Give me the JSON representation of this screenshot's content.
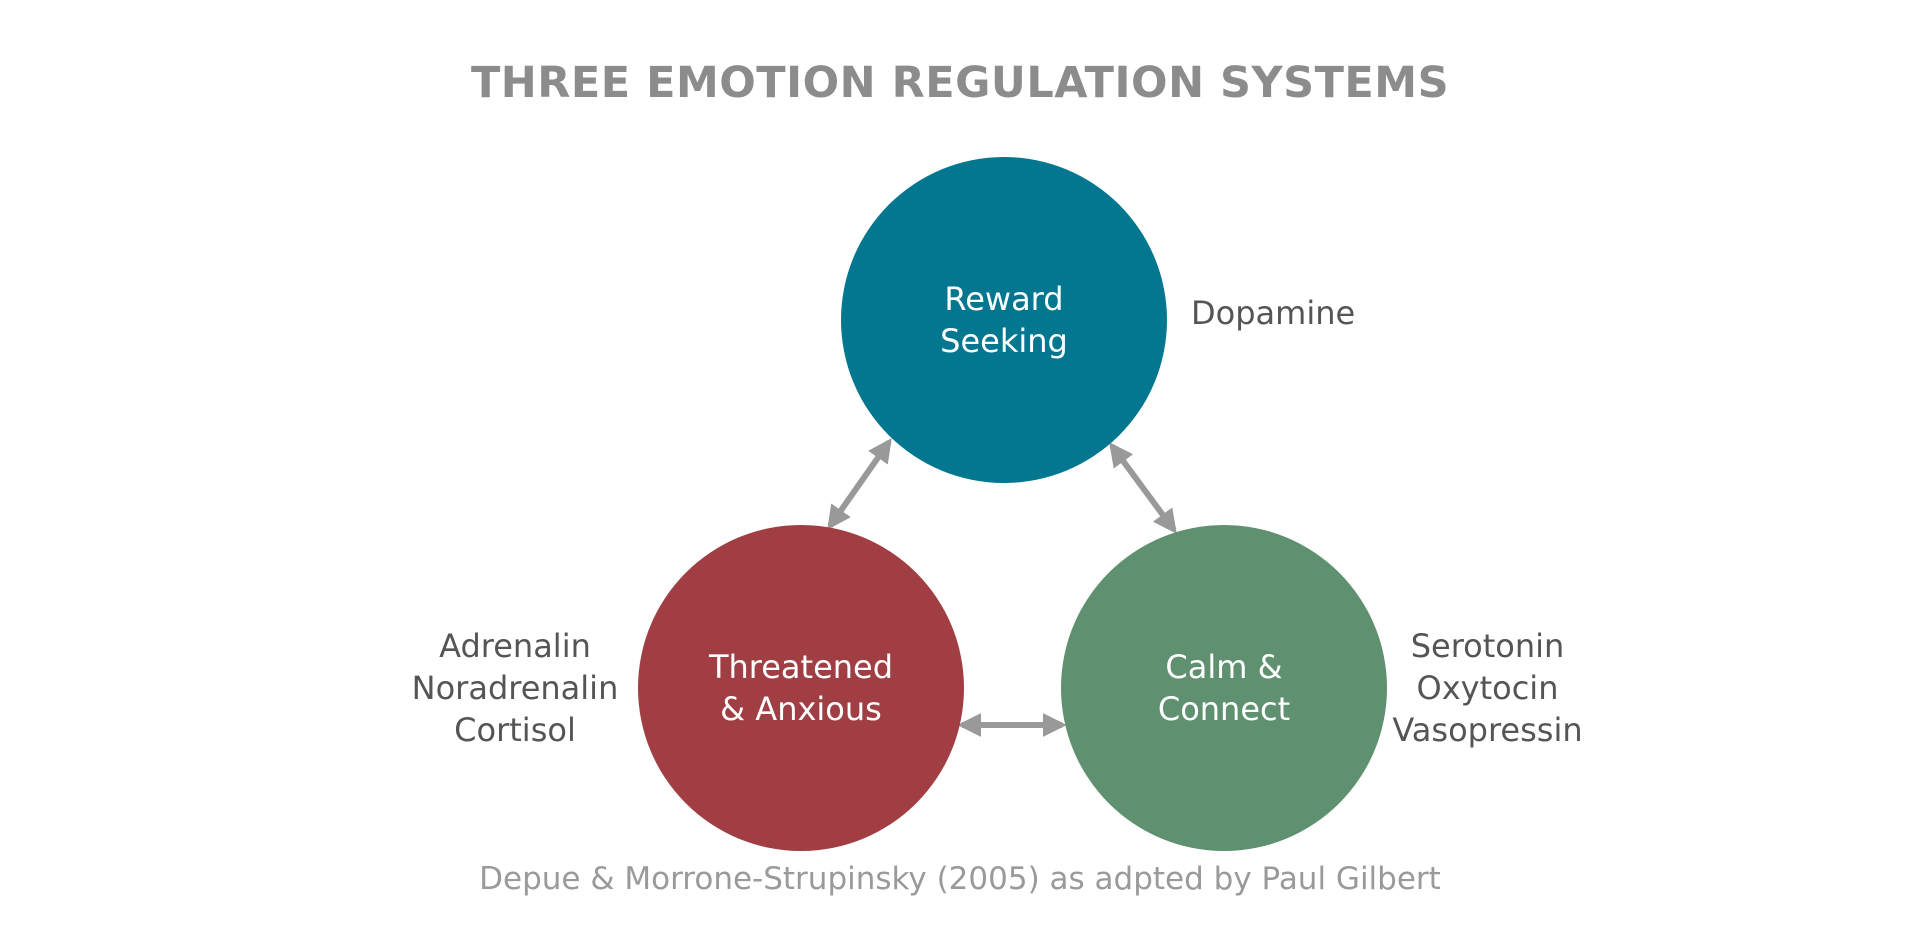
{
  "title": "THREE EMOTION REGULATION SYSTEMS",
  "systems": {
    "reward": {
      "lines": [
        "Reward",
        "Seeking"
      ],
      "hormones": [
        "Dopamine"
      ],
      "color": "#037790"
    },
    "threat": {
      "lines": [
        "Threatened",
        "& Anxious"
      ],
      "hormones": [
        "Adrenalin",
        "Noradrenalin",
        "Cortisol"
      ],
      "color": "#a03e43"
    },
    "calm": {
      "lines": [
        "Calm &",
        "Connect"
      ],
      "hormones": [
        "Serotonin",
        "Oxytocin",
        "Vasopressin"
      ],
      "color": "#5f9171"
    }
  },
  "arrow_color": "#999999",
  "citation": "Depue & Morrone-Strupinsky (2005) as adpted by Paul Gilbert"
}
